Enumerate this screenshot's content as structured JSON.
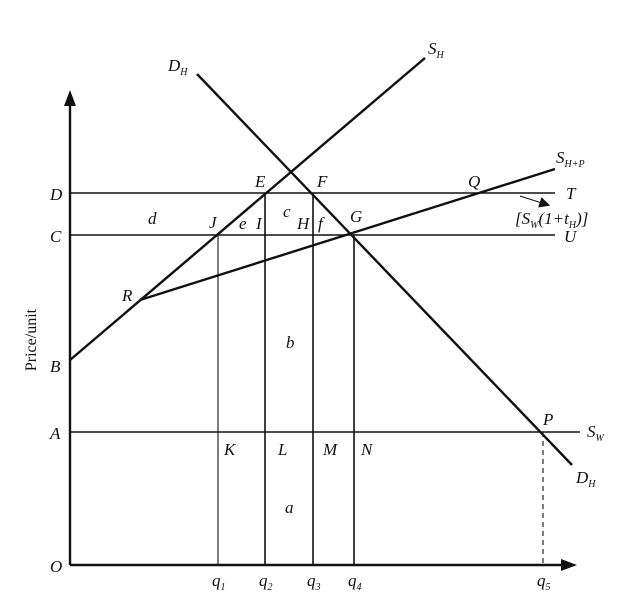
{
  "axes": {
    "y_label": "Price/unit",
    "origin": "O"
  },
  "price_levels": [
    "A",
    "B",
    "C",
    "D"
  ],
  "quantities": [
    {
      "main": "q",
      "sub": "1"
    },
    {
      "main": "q",
      "sub": "2"
    },
    {
      "main": "q",
      "sub": "3"
    },
    {
      "main": "q",
      "sub": "4"
    },
    {
      "main": "q",
      "sub": "5"
    }
  ],
  "points": [
    "E",
    "F",
    "G",
    "H",
    "J",
    "R",
    "Q",
    "P",
    "I",
    "K",
    "L",
    "M",
    "N"
  ],
  "areas": [
    "a",
    "b",
    "c",
    "d",
    "e",
    "f"
  ],
  "curves": {
    "supply_home": {
      "main": "S",
      "sub": "H"
    },
    "demand_home_top": {
      "main": "D",
      "sub": "H"
    },
    "demand_home_bottom": {
      "main": "D",
      "sub": "H"
    },
    "supply_home_plus_partner": {
      "main": "S",
      "sub": "H+P"
    },
    "supply_world": {
      "main": "S",
      "sub": "W"
    },
    "line_T": "T",
    "line_U": "U"
  },
  "tariff_label": {
    "open": "[S",
    "sub_w": "W",
    "mid": "(1+t",
    "sub_h": "H",
    "close": ")]"
  }
}
